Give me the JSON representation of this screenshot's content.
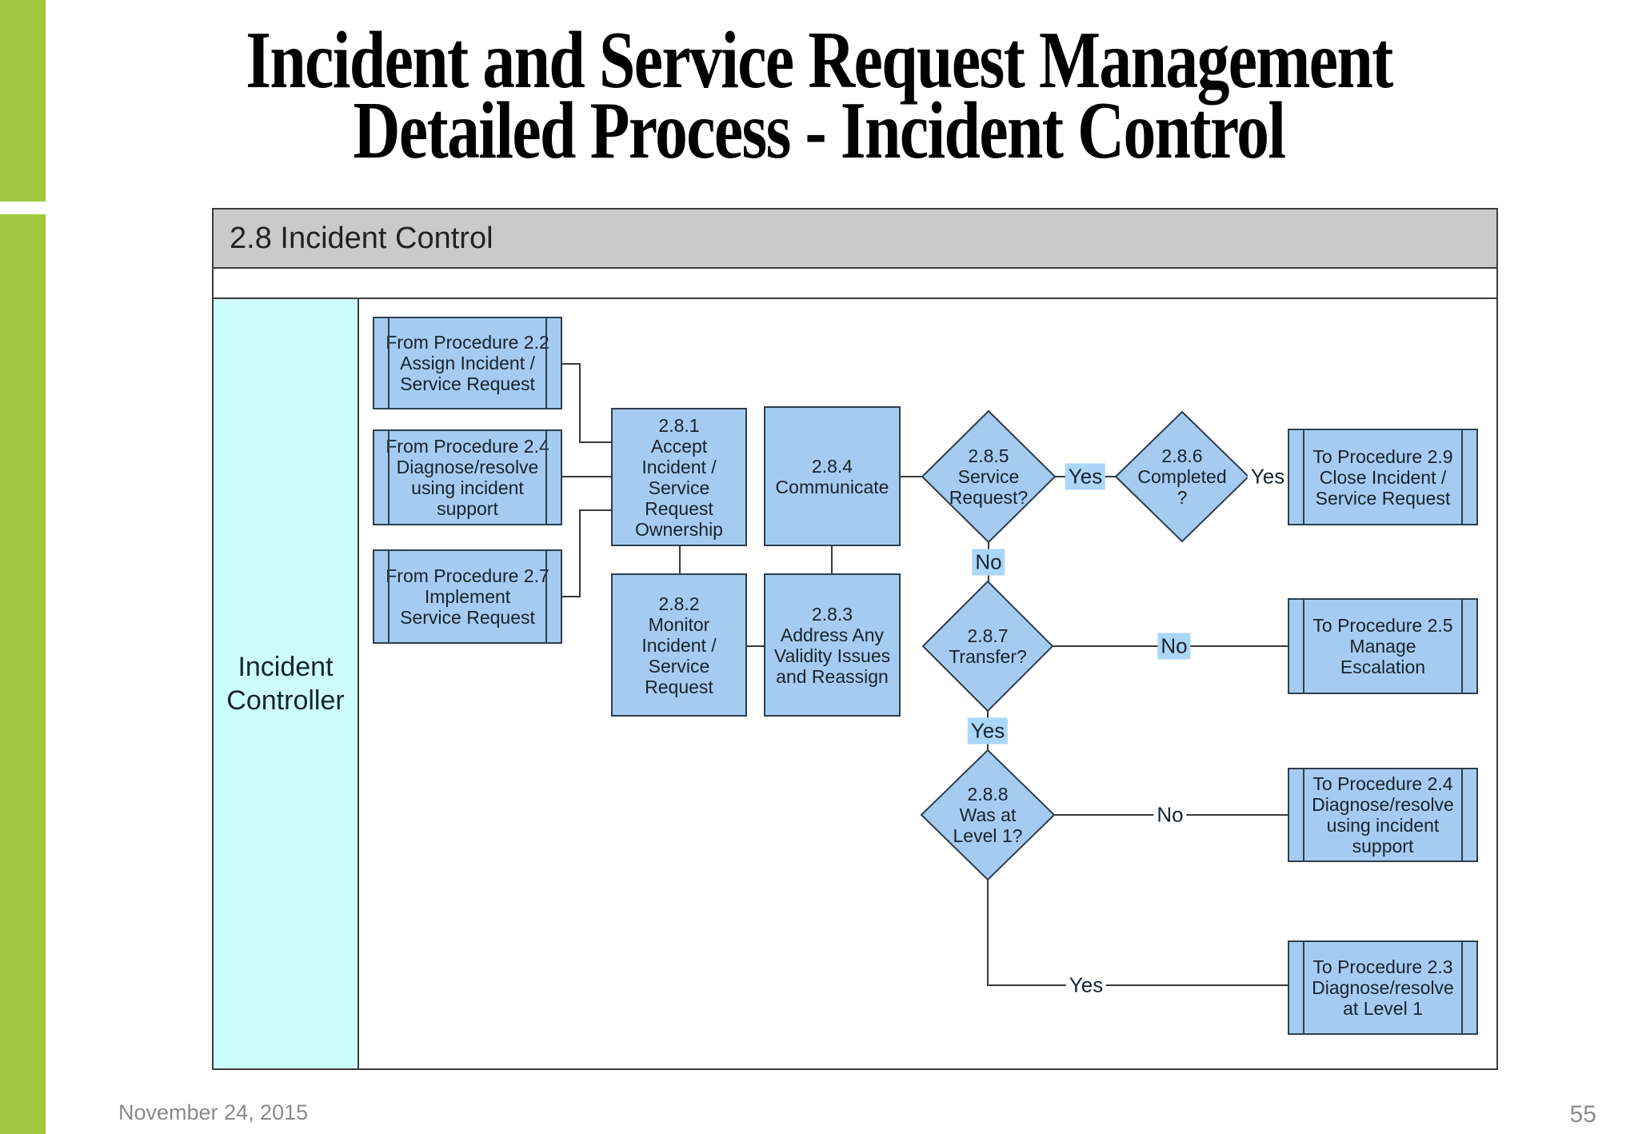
{
  "slide": {
    "title": {
      "line1": "Incident and Service Request Management",
      "line2": "Detailed Process - Incident Control"
    },
    "footer": {
      "date": "November 24, 2015",
      "page": "55"
    }
  },
  "diagram": {
    "header_title": "2.8 Incident Control",
    "lane_label": "Incident\nController",
    "nodes": {
      "from22": {
        "text": "From Procedure 2.2\nAssign Incident /\nService Request"
      },
      "from24": {
        "text": "From Procedure 2.4\nDiagnose/resolve\nusing incident\nsupport"
      },
      "from27": {
        "text": "From Procedure 2.7\nImplement\nService Request"
      },
      "p281": {
        "text": "2.8.1\nAccept\nIncident /\nService\nRequest\nOwnership"
      },
      "p282": {
        "text": "2.8.2\nMonitor\nIncident /\nService\nRequest"
      },
      "p284": {
        "text": "2.8.4\nCommunicate"
      },
      "p283": {
        "text": "2.8.3\nAddress Any\nValidity Issues\nand Reassign"
      },
      "to29": {
        "text": "To Procedure 2.9\nClose Incident /\nService Request"
      },
      "to25": {
        "text": "To Procedure 2.5\nManage\nEscalation"
      },
      "to24": {
        "text": "To Procedure 2.4\nDiagnose/resolve\nusing incident\nsupport"
      },
      "to23": {
        "text": "To Procedure 2.3\nDiagnose/resolve\nat Level 1"
      }
    },
    "decisions": {
      "d285": {
        "text": "2.8.5\nService\nRequest?"
      },
      "d286": {
        "text": "2.8.6\nCompleted\n?"
      },
      "d287": {
        "text": "2.8.7\nTransfer?"
      },
      "d288": {
        "text": "2.8.8\nWas at\nLevel 1?"
      }
    },
    "edge_labels": {
      "yes_56": "Yes",
      "yes_29": "Yes",
      "no_57": "No",
      "no_25": "No",
      "yes_78": "Yes",
      "no_24": "No",
      "yes_23": "Yes"
    }
  },
  "colors": {
    "accent-green": "#a2c63e",
    "node-fill": "#a6cbf1",
    "node-border": "#2e3e4c",
    "node-text": "#16242f",
    "label-highlight": "#abd6f8",
    "lane-fill": "#cdfcfc",
    "header-fill": "#cacaca",
    "frame-border": "#3c3c3c",
    "wire": "#3a3a3a",
    "footer-text": "#8a8a8a",
    "title-text": "#000000"
  }
}
